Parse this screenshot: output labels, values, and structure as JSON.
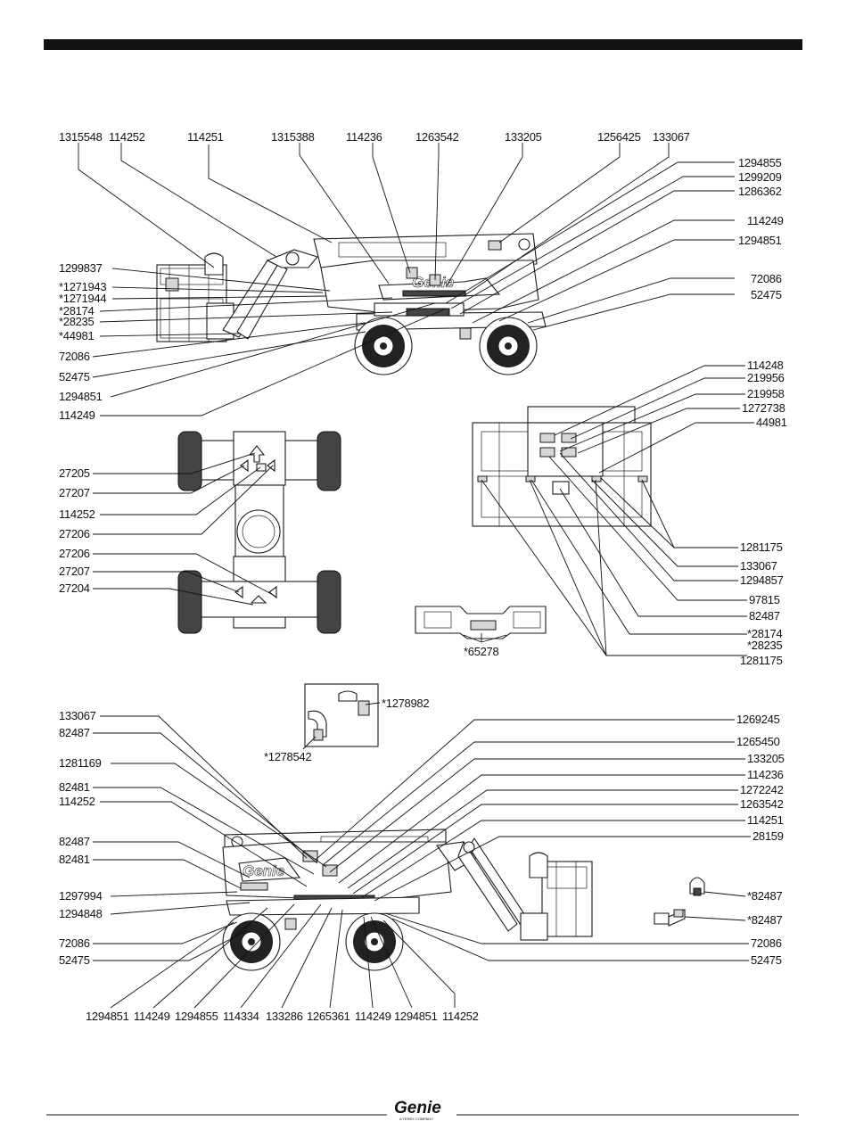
{
  "brand": {
    "machine_decal": "Genie",
    "footer_logo": "Genie",
    "footer_tagline": "A TEREX COMPANY"
  },
  "views": {
    "top_side": {
      "labels": [
        "1315548",
        "114252",
        "114251",
        "1315388",
        "114236",
        "1263542",
        "133205",
        "1256425",
        "133067",
        "1294855",
        "1299209",
        "1286362",
        "114249",
        "1294851",
        "72086",
        "52475",
        "1299837",
        "*1271943",
        "*1271944",
        "*28174",
        "*28235",
        "*44981",
        "72086",
        "52475",
        "1294851",
        "114249"
      ]
    },
    "chassis_top": {
      "labels": [
        "27205",
        "27207",
        "114252",
        "27206",
        "27206",
        "27207",
        "27204"
      ]
    },
    "platform": {
      "labels": [
        "114248",
        "219956",
        "219958",
        "1272738",
        "44981",
        "1281175",
        "133067",
        "1294857",
        "97815",
        "82487",
        "*28174",
        "*28235",
        "1281175"
      ]
    },
    "counterweight": {
      "labels": [
        "*65278"
      ]
    },
    "inset": {
      "labels": [
        "*1278982",
        "*1278542"
      ]
    },
    "bottom_side": {
      "labels": [
        "133067",
        "82487",
        "1281169",
        "82481",
        "114252",
        "82487",
        "82481",
        "1297994",
        "1294848",
        "72086",
        "52475",
        "1269245",
        "1265450",
        "133205",
        "114236",
        "1272242",
        "1263542",
        "114251",
        "28159",
        "*82487",
        "*82487",
        "72086",
        "52475",
        "1294851",
        "114249",
        "1294855",
        "114334",
        "133286",
        "1265361",
        "114249",
        "1294851",
        "114252"
      ]
    }
  }
}
